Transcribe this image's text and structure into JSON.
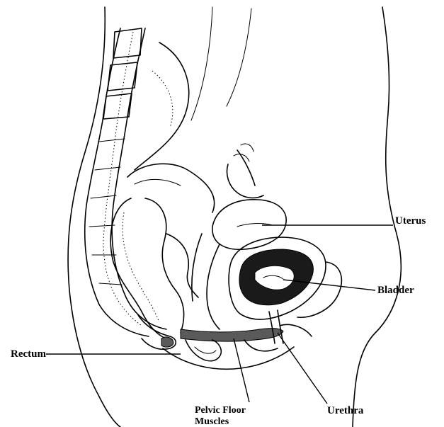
{
  "labels": {
    "uterus": "Uterus",
    "bladder": "Bladder",
    "rectum": "Rectum",
    "pelvic_floor_line1": "Pelvic Floor",
    "pelvic_floor_line2": "Muscles",
    "urethra": "Urethra"
  }
}
